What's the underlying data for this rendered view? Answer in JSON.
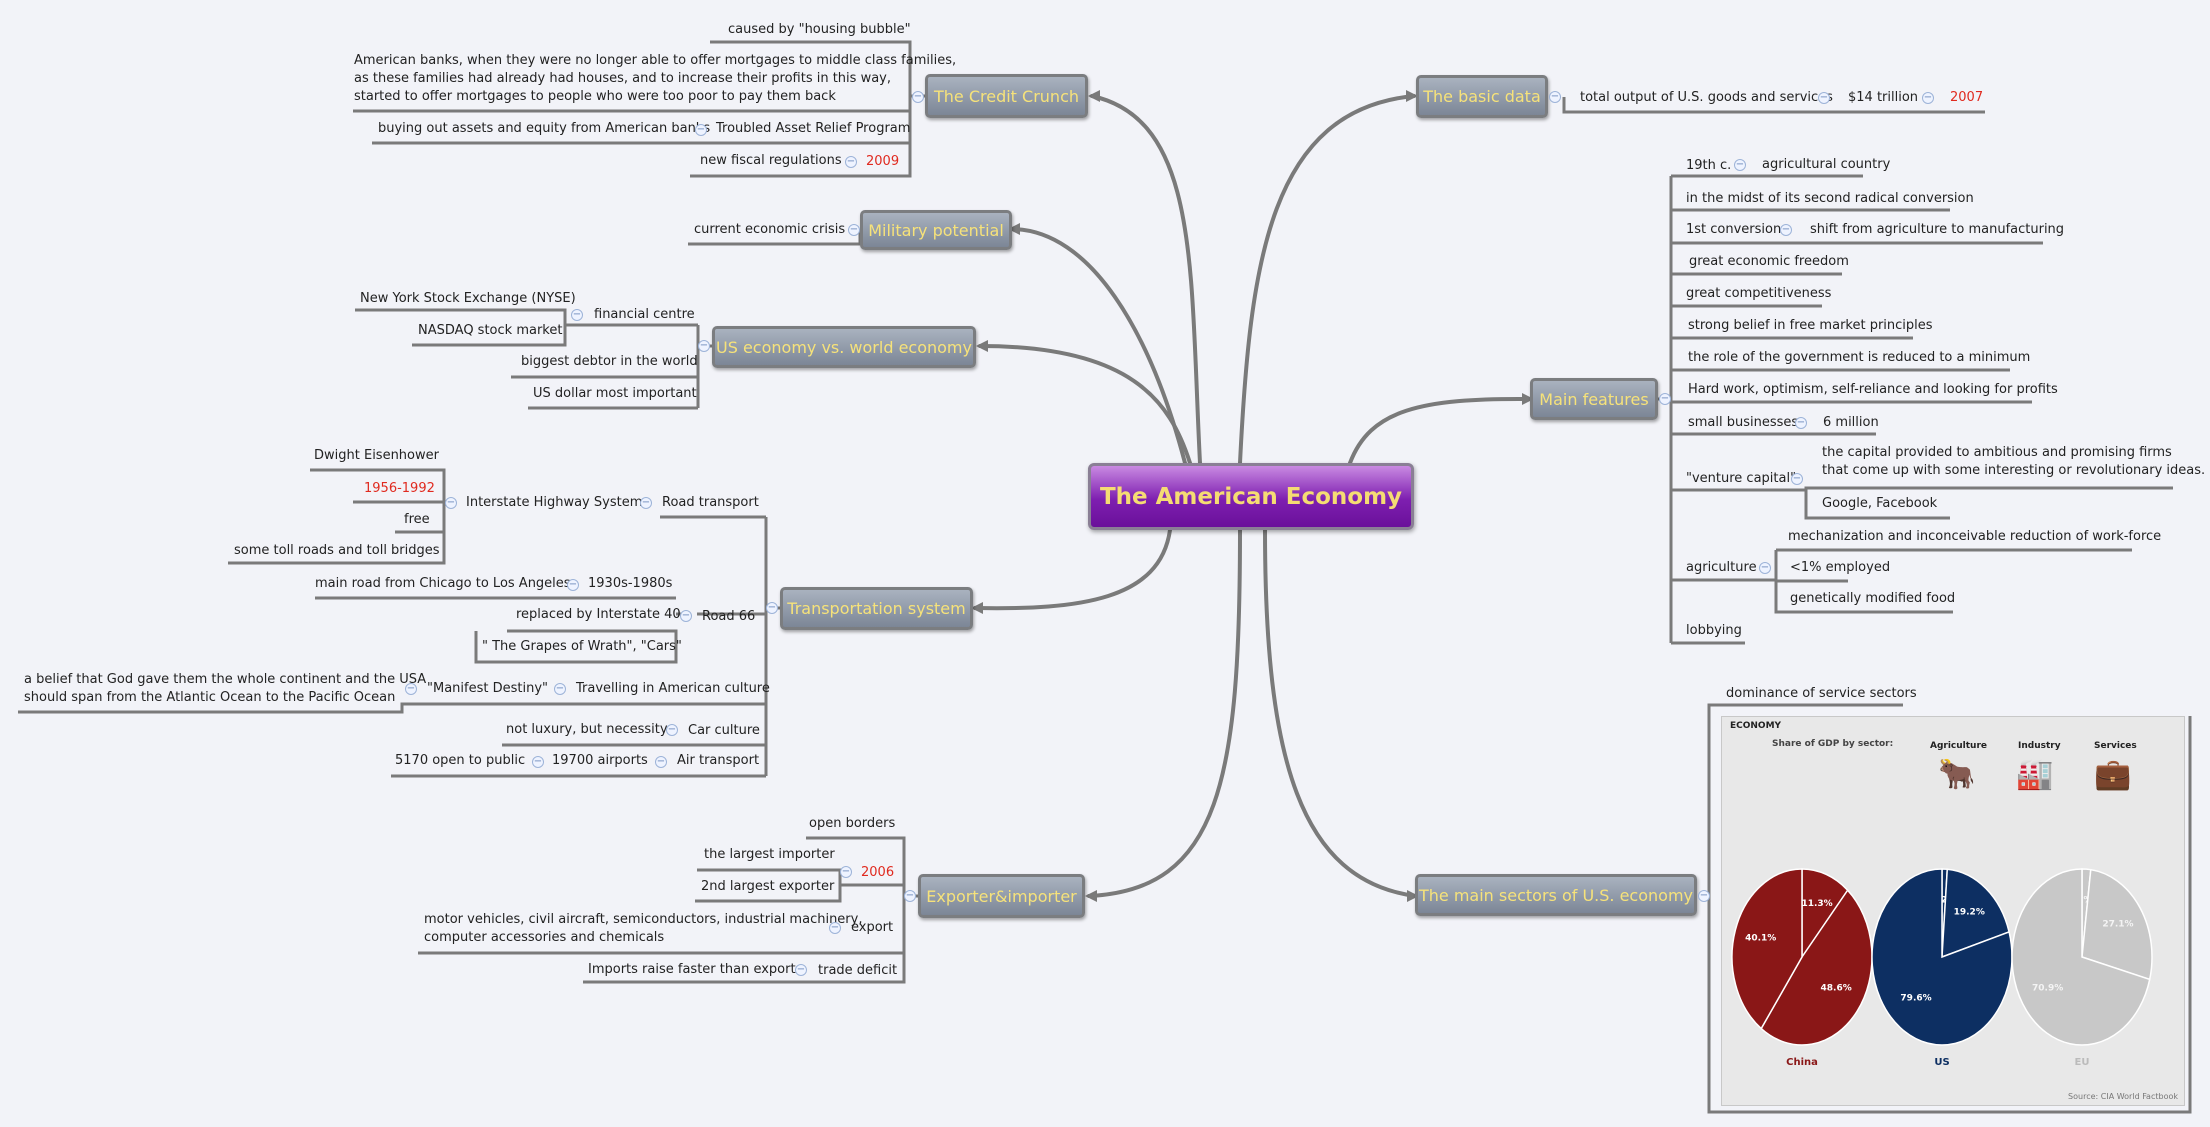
{
  "central": "The American Economy",
  "topics": {
    "credit_crunch": "The Credit Crunch",
    "military": "Military potential",
    "us_vs_world": "US economy vs. world economy",
    "transport": "Transportation system",
    "exporter": "Exporter&importer",
    "basic_data": "The basic data",
    "main_features": "Main features",
    "main_sectors": "The main sectors of U.S. economy"
  },
  "credit": {
    "c1": "caused by \"housing bubble\"",
    "c2a": "American banks, when they were no longer able to offer mortgages to middle class families,",
    "c2b": "as these families had already had houses, and to increase their profits in this way,",
    "c2c": "started to offer mortgages to people who were too poor to pay them back",
    "c3a": "buying out assets and equity from American banks",
    "c3b": "Troubled Asset Relief Program",
    "c4a": "new fiscal regulations",
    "c4b": "2009"
  },
  "military": {
    "m1": "current economic crisis"
  },
  "world": {
    "fc": "financial centre",
    "nyse": "New York Stock Exchange (NYSE)",
    "nasdaq": "NASDAQ stock market",
    "debtor": "biggest debtor in the world",
    "dollar": "US dollar most important"
  },
  "transport": {
    "eisen": "Dwight Eisenhower",
    "years": "1956-1992",
    "free": "free",
    "toll": "some  toll roads and toll bridges",
    "ihs": "Interstate Highway System",
    "road": "Road transport",
    "mainroad": "main road from Chicago to Los Angeles",
    "decades": "1930s-1980s",
    "replaced": "replaced by Interstate 40",
    "grapes": "\" The Grapes of Wrath\", \"Cars\"",
    "r66": "Road 66",
    "belief_a": "a belief that God gave them the whole continent and the USA",
    "belief_b": "should span from the Atlantic Ocean to the Pacific Ocean",
    "manifest": "\"Manifest Destiny\"",
    "travel": "Travelling in American culture",
    "notlux": "not luxury, but necessity",
    "carcult": "Car culture",
    "public": "5170 open to public",
    "airports": "19700 airports",
    "air": "Air transport"
  },
  "exporter": {
    "open": "open borders",
    "largest": "the largest importer",
    "second": "2nd largest exporter",
    "y2006": "2006",
    "motor_a": "motor vehicles, civil aircraft, semiconductors, industrial machinery,",
    "motor_b": "computer accessories and chemicals",
    "export": "export",
    "imports": "Imports raise faster than exports",
    "deficit": "trade deficit"
  },
  "basic": {
    "output": "total output of U.S. goods and services",
    "trillion": "$14 trillion",
    "y2007": "2007"
  },
  "features": {
    "c19": "19th c.",
    "agri_country": "agricultural country",
    "midst": "in the midst of its second radical conversion",
    "first": "1st conversion",
    "shift": "shift from agriculture to manufacturing",
    "freedom": "great economic freedom",
    "compet": "great competitiveness",
    "belief": "strong belief in free market principles",
    "govt": "the role of the government is reduced to a minimum",
    "hard": "Hard work, optimism, self-reliance and looking for profits",
    "small": "small businesses",
    "six": "6 million",
    "venture": "\"venture capital\"",
    "capital_a": "the capital provided to ambitious and promising firms",
    "capital_b": "that come up with some interesting or revolutionary ideas.",
    "google": "Google, Facebook",
    "agriculture": "agriculture",
    "mech": "mechanization and inconceivable reduction of work-force",
    "employed": "<1% employed",
    "gmo": "genetically modified food",
    "lobby": "lobbying"
  },
  "sectors": {
    "dominance": "dominance of service sectors",
    "economy": "ECONOMY",
    "share": "Share of GDP by sector:",
    "h_agri": "Agriculture",
    "h_ind": "Industry",
    "h_serv": "Services",
    "source": "Source: CIA World Factbook"
  },
  "chart_data": {
    "type": "pie",
    "title": "Share of GDP by sector:",
    "categories": [
      "Agriculture",
      "Industry",
      "Services"
    ],
    "series": [
      {
        "name": "China",
        "values": [
          11.3,
          48.6,
          40.1
        ]
      },
      {
        "name": "US",
        "values": [
          1.2,
          19.2,
          79.6
        ]
      },
      {
        "name": "EU",
        "values": [
          2,
          27.1,
          70.9
        ]
      }
    ],
    "colors": {
      "China": "#8a1717",
      "US": "#0d2f62",
      "EU": "#c8c8c8"
    }
  }
}
